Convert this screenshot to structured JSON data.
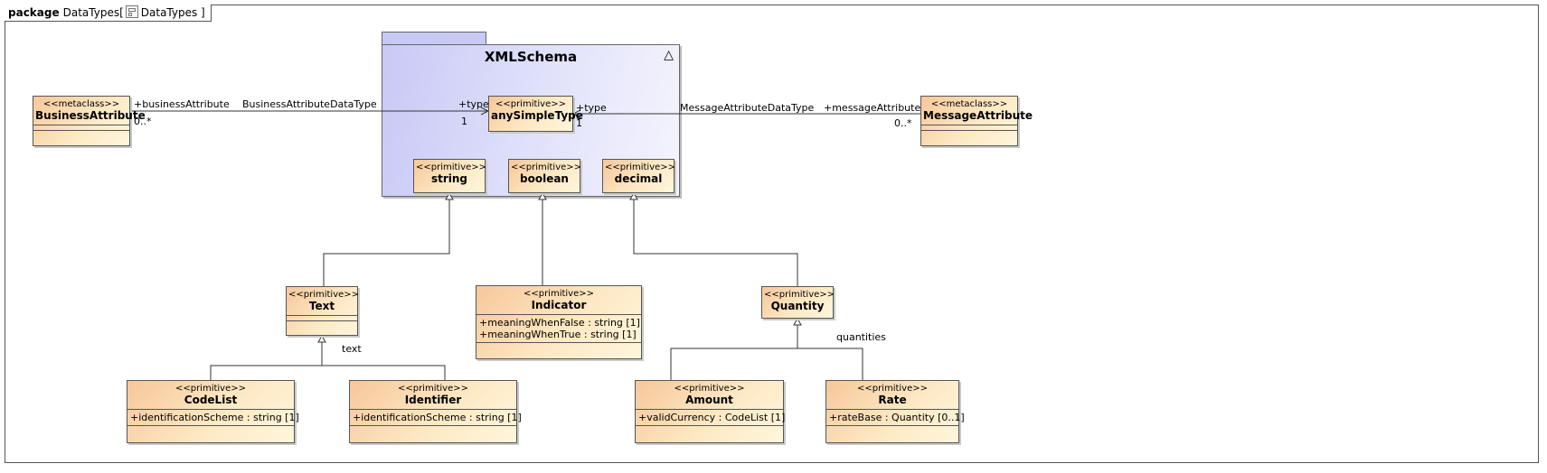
{
  "frame": {
    "keyword": "package",
    "name": "DataTypes[",
    "diagram_name": "DataTypes ]"
  },
  "package": {
    "name": "XMLSchema",
    "symbol": "△"
  },
  "classes": {
    "business_attribute": {
      "stereotype": "<<metaclass>>",
      "name": "BusinessAttribute"
    },
    "message_attribute": {
      "stereotype": "<<metaclass>>",
      "name": "MessageAttribute"
    },
    "any_simple_type": {
      "stereotype": "<<primitive>>",
      "name": "anySimpleType"
    },
    "string": {
      "stereotype": "<<primitive>>",
      "name": "string"
    },
    "boolean": {
      "stereotype": "<<primitive>>",
      "name": "boolean"
    },
    "decimal": {
      "stereotype": "<<primitive>>",
      "name": "decimal"
    },
    "text": {
      "stereotype": "<<primitive>>",
      "name": "Text"
    },
    "indicator": {
      "stereotype": "<<primitive>>",
      "name": "Indicator",
      "attributes": [
        "+meaningWhenFalse : string [1]",
        "+meaningWhenTrue : string [1]"
      ]
    },
    "quantity": {
      "stereotype": "<<primitive>>",
      "name": "Quantity"
    },
    "code_list": {
      "stereotype": "<<primitive>>",
      "name": "CodeList",
      "attributes": [
        "+identificationScheme : string [1]"
      ]
    },
    "identifier": {
      "stereotype": "<<primitive>>",
      "name": "Identifier",
      "attributes": [
        "+identificationScheme : string [1]"
      ]
    },
    "amount": {
      "stereotype": "<<primitive>>",
      "name": "Amount",
      "attributes": [
        "+validCurrency : CodeList [1]"
      ]
    },
    "rate": {
      "stereotype": "<<primitive>>",
      "name": "Rate",
      "attributes": [
        "+rateBase : Quantity [0..1]"
      ]
    }
  },
  "associations": {
    "business": {
      "role_source": "+businessAttribute",
      "mult_source": "0..*",
      "name": "BusinessAttributeDataType",
      "role_target": "+type",
      "mult_target": "1"
    },
    "message": {
      "role_source": "+type",
      "mult_source": "1",
      "name": "MessageAttributeDataType",
      "role_target": "+messageAttribute",
      "mult_target": "0..*"
    }
  },
  "generalization_labels": {
    "text_group": "text",
    "quantity_group": "quantities"
  }
}
